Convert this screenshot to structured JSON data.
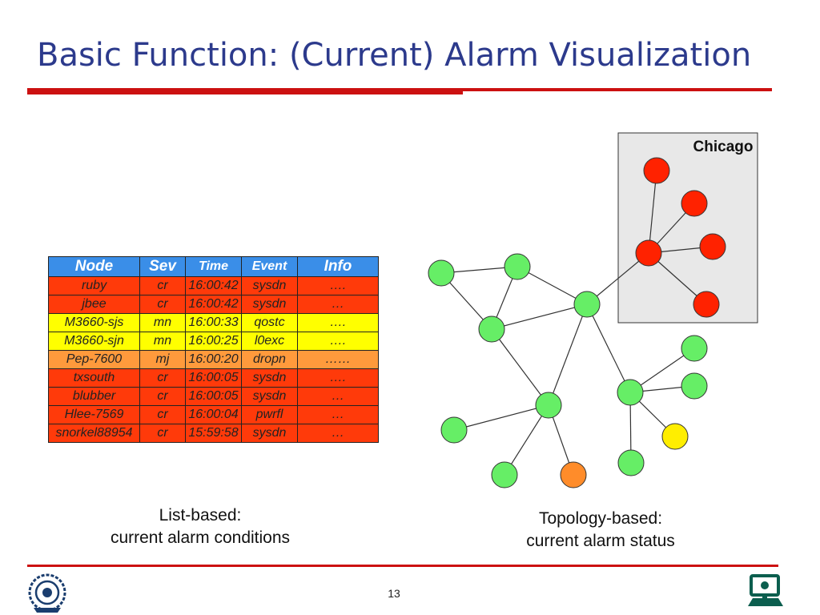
{
  "title": "Basic Function: (Current) Alarm Visualization",
  "table": {
    "headers": [
      "Node",
      "Sev",
      "Time",
      "Event",
      "Info"
    ],
    "rows": [
      {
        "node": "ruby",
        "sev": "cr",
        "time": "16:00:42",
        "event": "sysdn",
        "info": "…."
      },
      {
        "node": "jbee",
        "sev": "cr",
        "time": "16:00:42",
        "event": "sysdn",
        "info": "…"
      },
      {
        "node": "M3660-sjs",
        "sev": "mn",
        "time": "16:00:33",
        "event": "qostc",
        "info": "…."
      },
      {
        "node": "M3660-sjn",
        "sev": "mn",
        "time": "16:00:25",
        "event": "l0exc",
        "info": "…."
      },
      {
        "node": "Pep-7600",
        "sev": "mj",
        "time": "16:00:20",
        "event": "dropn",
        "info": "……"
      },
      {
        "node": "txsouth",
        "sev": "cr",
        "time": "16:00:05",
        "event": "sysdn",
        "info": "…."
      },
      {
        "node": "blubber",
        "sev": "cr",
        "time": "16:00:05",
        "event": "sysdn",
        "info": "…"
      },
      {
        "node": "Hlee-7569",
        "sev": "cr",
        "time": "16:00:04",
        "event": "pwrfl",
        "info": "…"
      },
      {
        "node": "snorkel88954",
        "sev": "cr",
        "time": "15:59:58",
        "event": "sysdn",
        "info": "…"
      }
    ]
  },
  "captions": {
    "left": [
      "List-based:",
      "current alarm conditions"
    ],
    "right": [
      "Topology-based:",
      "current alarm status"
    ]
  },
  "topology": {
    "region_label": "Chicago",
    "colors": {
      "ok": "#66ee66",
      "critical": "#ff2200",
      "major": "#ff8c2a",
      "minor": "#ffee00",
      "region_fill": "#e8e8e8"
    },
    "node_status": [
      "ok",
      "ok",
      "ok",
      "ok",
      "ok",
      "ok",
      "ok",
      "major",
      "ok",
      "ok",
      "ok",
      "ok",
      "minor",
      "critical",
      "critical",
      "critical",
      "critical",
      "critical"
    ]
  },
  "page_number": "13",
  "colors": {
    "title": "#2c3a8c",
    "rule": "#cc1111",
    "header": "#3a8ee8"
  }
}
